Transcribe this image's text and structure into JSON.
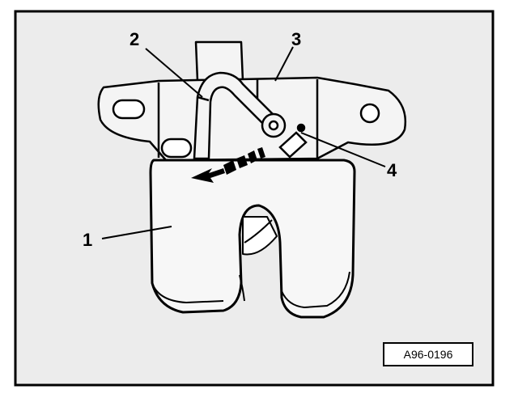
{
  "diagram": {
    "callouts": [
      {
        "id": "c1",
        "text": "1"
      },
      {
        "id": "c2",
        "text": "2"
      },
      {
        "id": "c3",
        "text": "3"
      },
      {
        "id": "c4",
        "text": "4"
      }
    ],
    "reference_code": "A96-0196"
  },
  "colors": {
    "background": "#ffffff",
    "frame_fill": "#ececec",
    "part_fill": "#f4f4f4",
    "ink": "#000000"
  }
}
